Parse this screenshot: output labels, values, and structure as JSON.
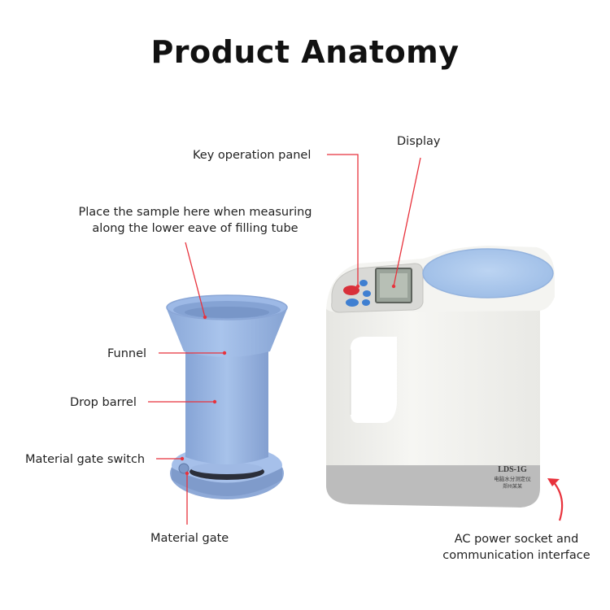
{
  "title": "Product Anatomy",
  "labels": {
    "key_operation_panel": "Key operation panel",
    "display": "Display",
    "place_sample_line1": "Place the sample here when measuring",
    "place_sample_line2": "along the lower eave of filling tube",
    "funnel": "Funnel",
    "drop_barrel": "Drop barrel",
    "material_gate_switch": "Material gate switch",
    "material_gate": "Material gate",
    "ac_power_line1": "AC power socket and",
    "ac_power_line2": "communication interface"
  },
  "device": {
    "model": "LDS-1G",
    "chinese_line1": "电脑水分测定仪",
    "chinese_line2": "郑州某某"
  },
  "colors": {
    "leader_line": "#e8323c",
    "funnel_blue": "#9bb9e6",
    "device_body": "#f1f1ee",
    "device_base": "#bdbdbd",
    "lid_blue": "#a8c6ea"
  }
}
